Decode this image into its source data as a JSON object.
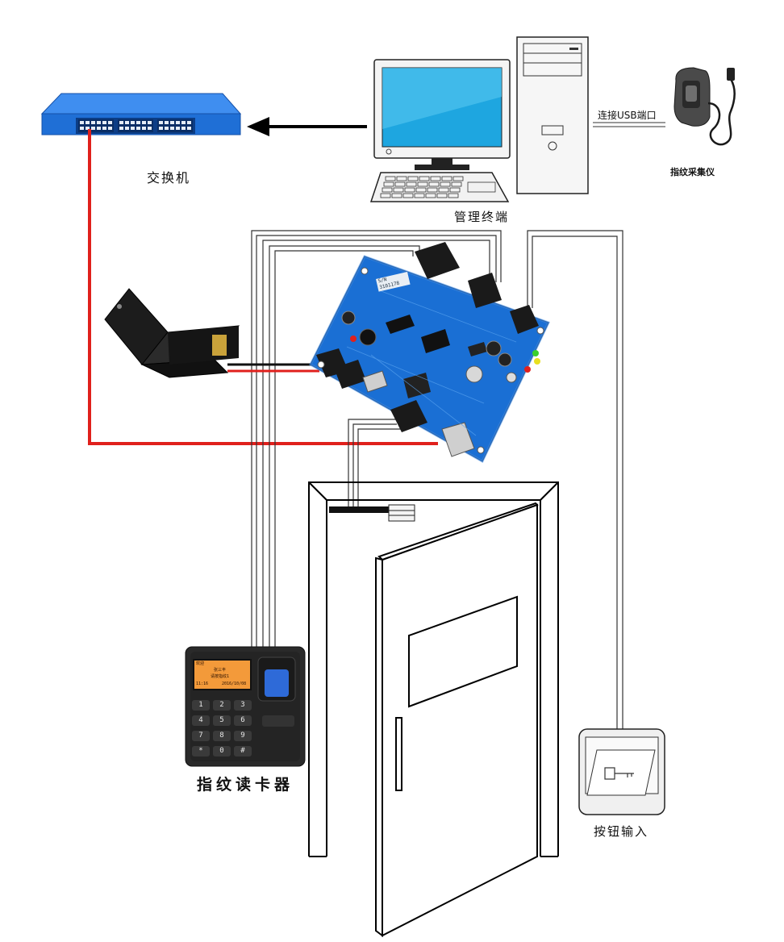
{
  "labels": {
    "switch": "交换机",
    "terminal": "管理终端",
    "usb_port": "连接USB端口",
    "fingerprint_collector": "指纹采集仪",
    "fingerprint_reader": "指纹读卡器",
    "button_input": "按钮输入"
  },
  "reader_screen": {
    "line1": "欢迎",
    "line2": "张三丰",
    "line3": "请按指纹1",
    "time": "11:16",
    "date": "2016/10/08"
  },
  "keypad": [
    "1",
    "2",
    "3",
    "4",
    "5",
    "6",
    "7",
    "8",
    "9",
    "*",
    "0",
    "#"
  ],
  "board_label": {
    "line1": "S/N",
    "line2": "3101178"
  },
  "colors": {
    "switch_blue": "#1f6fd6",
    "board_blue": "#1a6fd4",
    "power_wire": "#e0201c",
    "signal_wire": "#111111",
    "monitor_screen": "#1ea6e0",
    "lcd_orange": "#f39a3a",
    "reader_body": "#2a2a2a"
  }
}
